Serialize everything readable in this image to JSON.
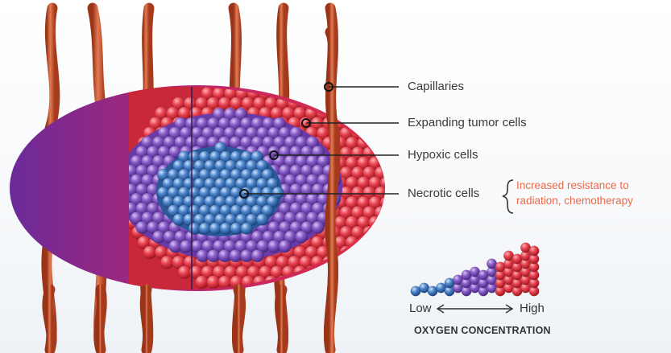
{
  "labels": {
    "capillaries": "Capillaries",
    "expanding": "Expanding tumor cells",
    "hypoxic": "Hypoxic cells",
    "necrotic": "Necrotic cells"
  },
  "note": {
    "line1": "Increased resistance to",
    "line2": "radiation, chemotherapy"
  },
  "oxygen_scale": {
    "low": "Low",
    "high": "High",
    "caption": "OXYGEN CONCENTRATION"
  },
  "colors": {
    "capillary": "#d2583a",
    "tumor_red": "#e03a4a",
    "hypoxic_purple": "#7a4cb8",
    "necrotic_blue": "#3f78c0",
    "note_text": "#ea6a4a",
    "label_text": "#3a3a3a"
  }
}
